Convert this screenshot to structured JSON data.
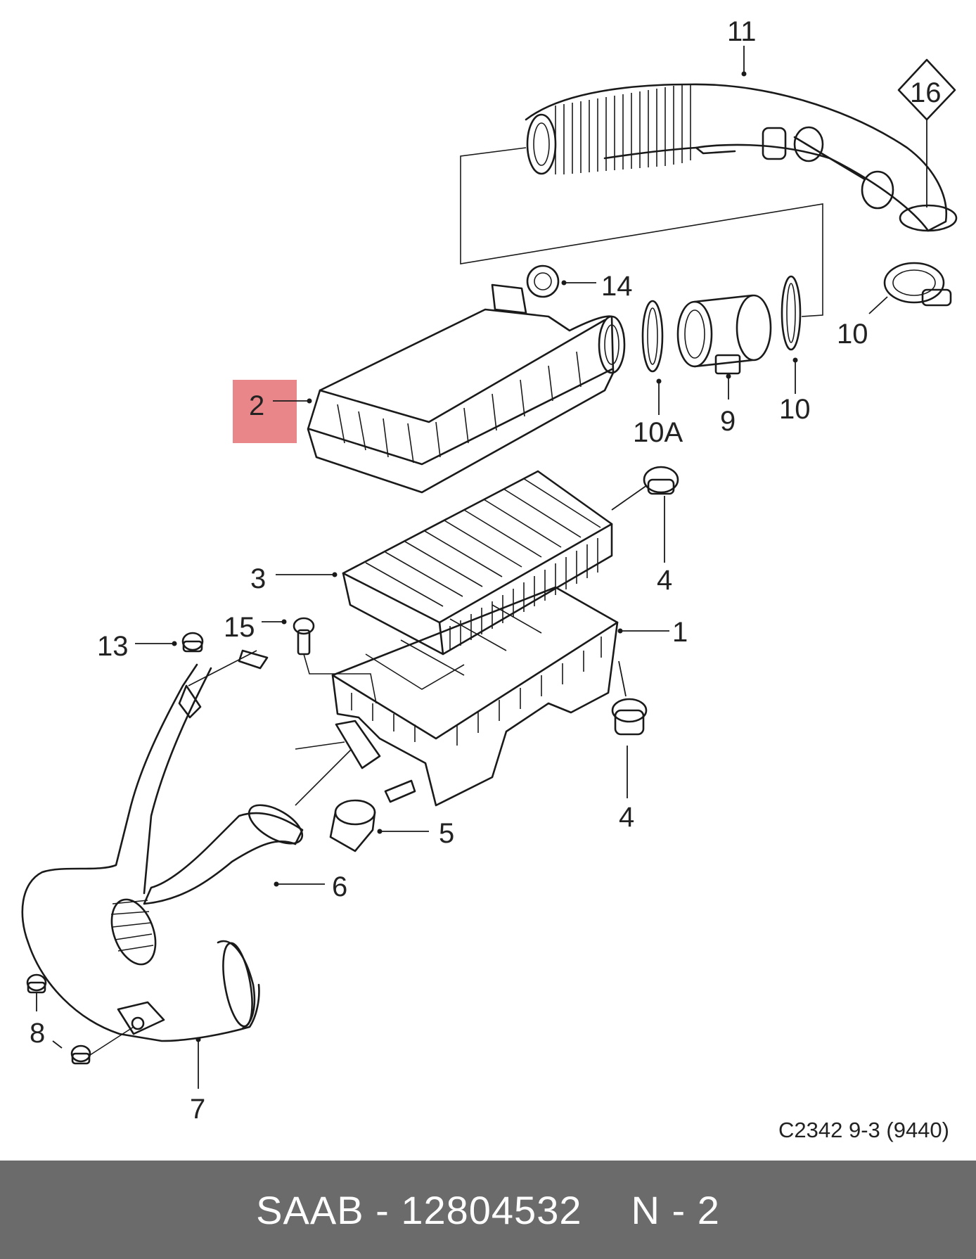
{
  "diagram": {
    "callouts": {
      "c11": "11",
      "c16": "16",
      "c14": "14",
      "c10_top": "10",
      "c10_mid": "10",
      "c10a": "10A",
      "c9": "9",
      "c2": "2",
      "c4_top": "4",
      "c3": "3",
      "c1": "1",
      "c15": "15",
      "c13": "13",
      "c4_bottom": "4",
      "c5": "5",
      "c6": "6",
      "c8": "8",
      "c7": "7"
    },
    "drawing_code": "C2342 9-3 (9440)",
    "highlight_color": "#e8868a"
  },
  "footer": {
    "brand": "SAAB - 12804532",
    "position": "N - 2"
  }
}
